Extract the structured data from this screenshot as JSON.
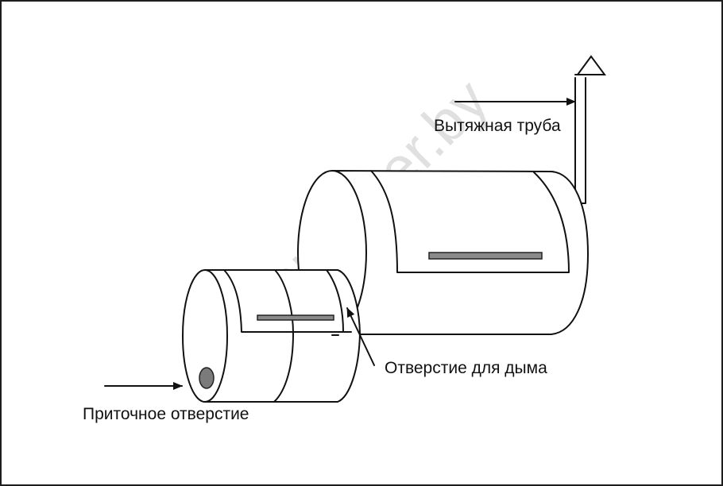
{
  "diagram": {
    "watermark": "greenmaster.by",
    "labels": {
      "exhaust_pipe": "Вытяжная труба",
      "smoke_opening": "Отверстие для дыма",
      "inlet_opening": "Приточное отверстие"
    },
    "components": [
      {
        "id": "large-chamber",
        "type": "cylinder",
        "description": "large smoking chamber with slot"
      },
      {
        "id": "small-chamber",
        "type": "cylinder",
        "description": "small firebox chamber with slot"
      },
      {
        "id": "exhaust-pipe",
        "type": "pipe",
        "description": "vertical chimney with triangular cap"
      },
      {
        "id": "inlet-hole",
        "type": "opening",
        "description": "air intake hole on small chamber face"
      }
    ],
    "colors": {
      "line": "#111111",
      "slot_fill": "#8a8a8a",
      "hole_fill": "#7b7b7b",
      "watermark": "#d6d6d6",
      "frame": "#1e1e1e"
    }
  }
}
